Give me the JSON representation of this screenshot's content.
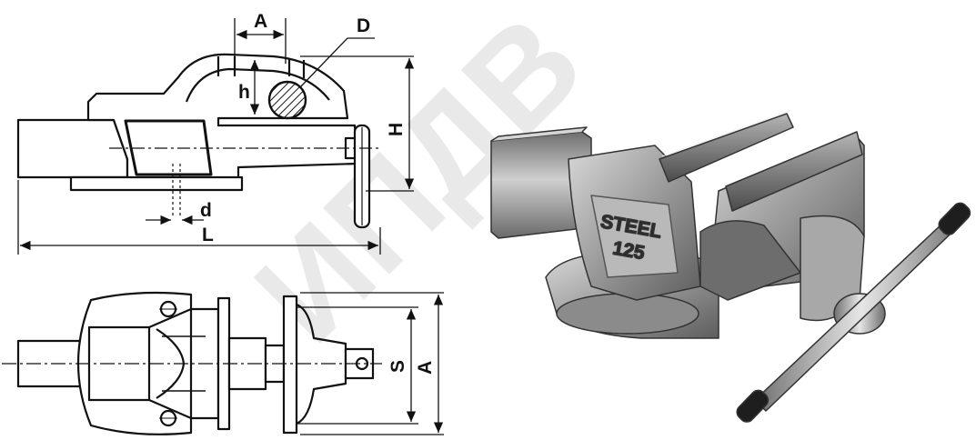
{
  "watermark": "ИПДВ",
  "drawing": {
    "side_view_labels": {
      "jaw_width": "A",
      "pipe_diameter": "D",
      "jaw_depth": "h",
      "height": "H",
      "bolt_diameter": "d",
      "length": "L"
    },
    "top_view_labels": {
      "opening": "S",
      "jaw_width": "A"
    }
  },
  "photo": {
    "stamp_line1": "STEEL",
    "stamp_line2": "125"
  },
  "colors": {
    "ink": "#111111",
    "metal_dark": "#5a5a5a",
    "metal_mid": "#8d8d8d",
    "metal_light": "#c9c9c9"
  }
}
